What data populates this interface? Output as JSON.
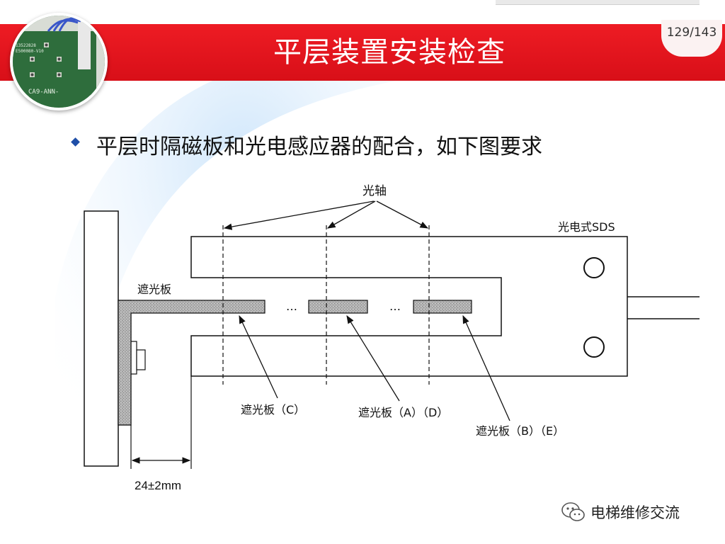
{
  "header": {
    "title": "平层装置安装检查",
    "page_number": "129/143",
    "colors": {
      "bar": "#e0141c",
      "title_text": "#ffffff"
    }
  },
  "photo": {
    "board_labels": [
      "13522828",
      "E500080-V10",
      "CA9-ANN-"
    ]
  },
  "bullet": {
    "text": "平层时隔磁板和光电感应器的配合，如下图要求",
    "icon": "diamond-bullet-icon"
  },
  "diagram": {
    "label_optical_axis": "光轴",
    "label_sensor": "光电式SDS",
    "label_shield": "遮光板",
    "label_shield_c": "遮光板（C）",
    "label_shield_ad": "遮光板（A）（D）",
    "label_shield_be": "遮光板（B）（E）",
    "ellipsis_1": "…",
    "ellipsis_2": "…",
    "dimension": "24±2mm"
  },
  "watermark": {
    "text": "电梯维修交流",
    "icon": "wechat-icon"
  }
}
